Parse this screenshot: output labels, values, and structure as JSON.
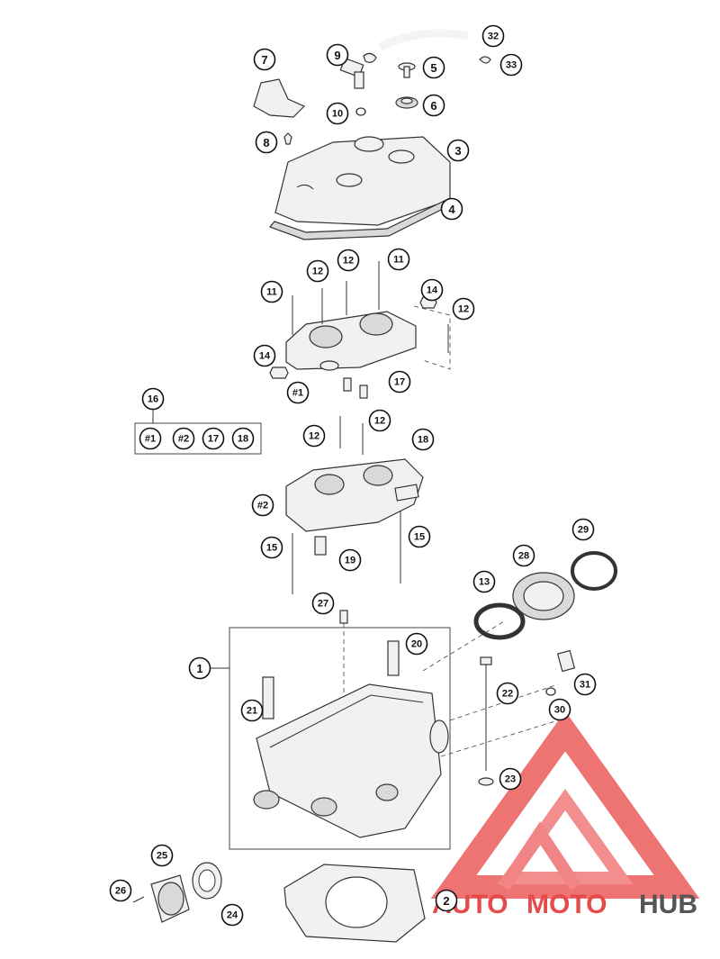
{
  "diagram": {
    "callouts": [
      {
        "id": "c1",
        "label": "1"
      },
      {
        "id": "c2",
        "label": "2"
      },
      {
        "id": "c3",
        "label": "3"
      },
      {
        "id": "c4",
        "label": "4"
      },
      {
        "id": "c5",
        "label": "5"
      },
      {
        "id": "c6",
        "label": "6"
      },
      {
        "id": "c7",
        "label": "7"
      },
      {
        "id": "c8",
        "label": "8"
      },
      {
        "id": "c9",
        "label": "9"
      },
      {
        "id": "c10",
        "label": "10"
      },
      {
        "id": "c11a",
        "label": "11"
      },
      {
        "id": "c11b",
        "label": "11"
      },
      {
        "id": "c12a",
        "label": "12"
      },
      {
        "id": "c12b",
        "label": "12"
      },
      {
        "id": "c12c",
        "label": "12"
      },
      {
        "id": "c12d",
        "label": "12"
      },
      {
        "id": "c12e",
        "label": "12"
      },
      {
        "id": "c13",
        "label": "13"
      },
      {
        "id": "c14a",
        "label": "14"
      },
      {
        "id": "c14b",
        "label": "14"
      },
      {
        "id": "c15a",
        "label": "15"
      },
      {
        "id": "c15b",
        "label": "15"
      },
      {
        "id": "c16",
        "label": "16"
      },
      {
        "id": "c17a",
        "label": "17"
      },
      {
        "id": "c17b",
        "label": "17"
      },
      {
        "id": "c18a",
        "label": "18"
      },
      {
        "id": "c18b",
        "label": "18"
      },
      {
        "id": "c19",
        "label": "19"
      },
      {
        "id": "c20",
        "label": "20"
      },
      {
        "id": "c21",
        "label": "21"
      },
      {
        "id": "c22",
        "label": "22"
      },
      {
        "id": "c23",
        "label": "23"
      },
      {
        "id": "c24",
        "label": "24"
      },
      {
        "id": "c25",
        "label": "25"
      },
      {
        "id": "c26",
        "label": "26"
      },
      {
        "id": "c27",
        "label": "27"
      },
      {
        "id": "c28",
        "label": "28"
      },
      {
        "id": "c29",
        "label": "29"
      },
      {
        "id": "c30",
        "label": "30"
      },
      {
        "id": "c31",
        "label": "31"
      },
      {
        "id": "c32",
        "label": "32"
      },
      {
        "id": "c33",
        "label": "33"
      },
      {
        "id": "m1a",
        "label": "#1"
      },
      {
        "id": "m1b",
        "label": "#1"
      },
      {
        "id": "m2a",
        "label": "#2"
      },
      {
        "id": "m2b",
        "label": "#2"
      }
    ]
  },
  "watermark": {
    "word_auto": "AUTO",
    "word_moto": "MOTO",
    "word_hub": "HUB",
    "color_red": "#e64b4b",
    "color_grey": "#555555"
  }
}
